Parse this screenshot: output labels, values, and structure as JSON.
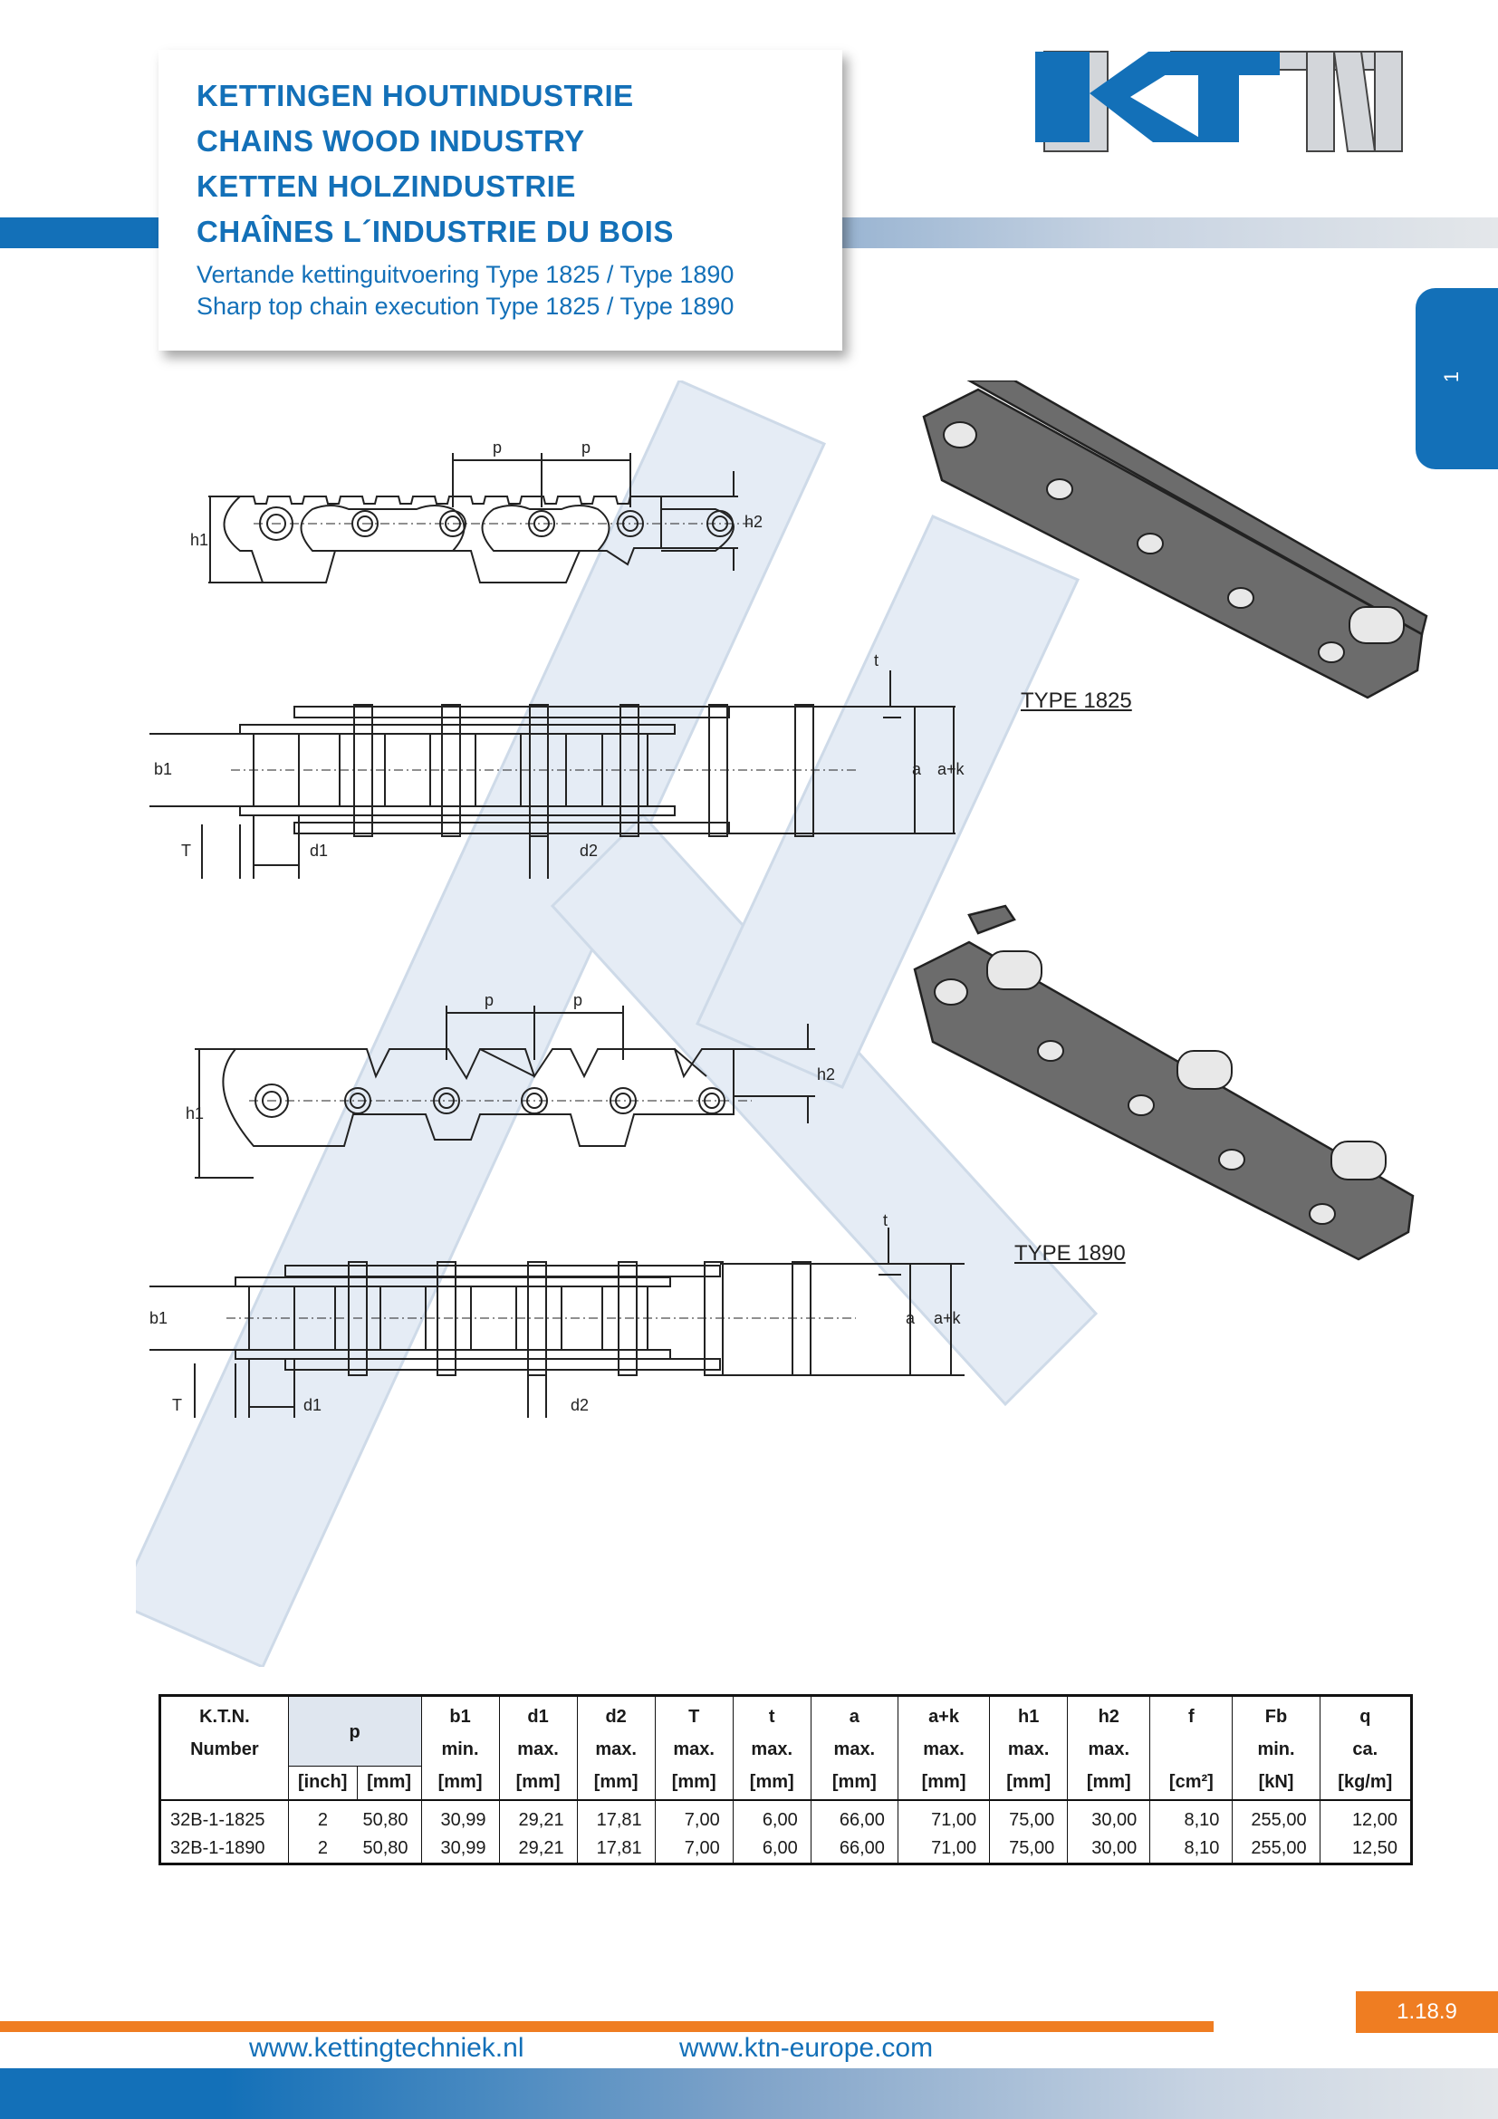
{
  "header": {
    "titles": [
      "KETTINGEN HOUTINDUSTRIE",
      "CHAINS WOOD INDUSTRY",
      "KETTEN HOLZINDUSTRIE",
      "CHAÎNES L´INDUSTRIE DU BOIS"
    ],
    "subtitles": [
      "Vertande kettinguitvoering Type 1825 / Type 1890",
      "Sharp top chain execution Type 1825 / Type 1890"
    ]
  },
  "logo": {
    "text": "KTN",
    "colors": {
      "blue": "#1370b8",
      "gray": "#d3d6da"
    }
  },
  "side_tab": {
    "label": "1"
  },
  "drawings": {
    "type_1825": {
      "label": "TYPE 1825"
    },
    "type_1890": {
      "label": "TYPE 1890"
    },
    "dims": {
      "p": "p",
      "h1": "h1",
      "h2": "h2",
      "t": "t",
      "b1": "b1",
      "a": "a",
      "ak": "a+k",
      "T": "T",
      "d1": "d1",
      "d2": "d2"
    }
  },
  "table": {
    "headers": {
      "ktn": [
        "K.T.N.",
        "Number"
      ],
      "p": "p",
      "b1": [
        "b1",
        "min."
      ],
      "d1": [
        "d1",
        "max."
      ],
      "d2": [
        "d2",
        "max."
      ],
      "T": [
        "T",
        "max."
      ],
      "t": [
        "t",
        "max."
      ],
      "a": [
        "a",
        "max."
      ],
      "ak": [
        "a+k",
        "max."
      ],
      "h1": [
        "h1",
        "max."
      ],
      "h2": [
        "h2",
        "max."
      ],
      "f": "f",
      "Fb": [
        "Fb",
        "min."
      ],
      "q": [
        "q",
        "ca."
      ]
    },
    "units": [
      "[inch]",
      "[mm]",
      "[mm]",
      "[mm]",
      "[mm]",
      "[mm]",
      "[mm]",
      "[mm]",
      "[mm]",
      "[mm]",
      "[mm]",
      "[cm²]",
      "[kN]",
      "[kg/m]"
    ],
    "rows": [
      [
        "32B-1-1825",
        "2",
        "50,80",
        "30,99",
        "29,21",
        "17,81",
        "7,00",
        "6,00",
        "66,00",
        "71,00",
        "75,00",
        "30,00",
        "8,10",
        "255,00",
        "12,00"
      ],
      [
        "32B-1-1890",
        "2",
        "50,80",
        "30,99",
        "29,21",
        "17,81",
        "7,00",
        "6,00",
        "66,00",
        "71,00",
        "75,00",
        "30,00",
        "8,10",
        "255,00",
        "12,50"
      ]
    ]
  },
  "footer": {
    "page": "1.18.9",
    "url1": "www.kettingtechniek.nl",
    "url2": "www.ktn-europe.com"
  },
  "colors": {
    "brand_blue": "#1370b8",
    "orange": "#ef7d22"
  }
}
